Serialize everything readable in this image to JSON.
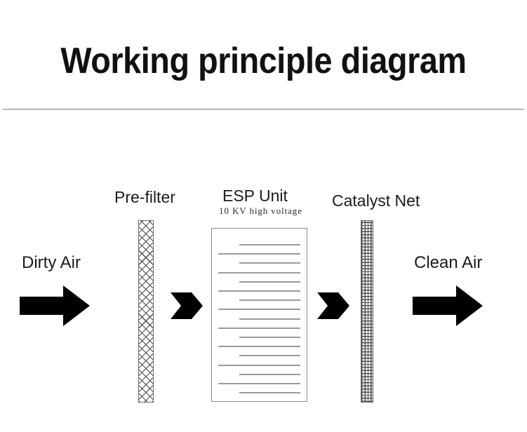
{
  "page": {
    "title": "Working principle diagram",
    "background_color": "#ffffff",
    "divider_color": "#a8a8a8"
  },
  "diagram": {
    "type": "air-purifier-airflow-schematic",
    "flow_direction": "left-to-right",
    "inlet": {
      "label": "Dirty Air",
      "arrow_icon": "right-block-arrow",
      "arrow_color": "#000000"
    },
    "outlet": {
      "label": "Clean Air",
      "arrow_icon": "right-block-arrow",
      "arrow_color": "#000000"
    },
    "stages": [
      {
        "id": "pre-filter",
        "label": "Pre-filter",
        "sublabel": "",
        "texture": "diagonal-cross-hatch-mesh",
        "border_color": "#6e6e6e",
        "hatch_color": "#4a4a4a"
      },
      {
        "id": "esp-unit",
        "label": "ESP Unit",
        "sublabel": "10 KV high voltage",
        "texture": "horizontal-collector-plates",
        "border_color": "#8a8a8a",
        "plate_color": "#9a9a9a",
        "plate_count": 17
      },
      {
        "id": "catalyst-net",
        "label": "Catalyst Net",
        "sublabel": "",
        "texture": "fine-square-grid-honeycomb",
        "border_color": "#6e6e6e",
        "grid_color": "#4f4f4f"
      }
    ],
    "connectors": [
      {
        "id": "connector-1",
        "icon": "chevron-right-arrow",
        "color": "#000000"
      },
      {
        "id": "connector-2",
        "icon": "chevron-right-arrow",
        "color": "#000000"
      }
    ]
  }
}
